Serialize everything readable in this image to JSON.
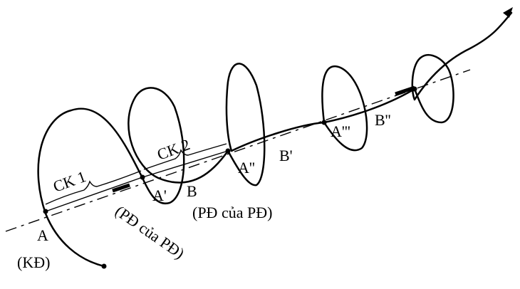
{
  "diagram": {
    "labels": {
      "A": "A",
      "KD": "(KĐ)",
      "A1": "A'",
      "B": "B",
      "PD_of_PD_tilted": "(PĐ của PĐ)",
      "PD_of_PD": "(PĐ của PĐ)",
      "A2": "A''",
      "B1": "B'",
      "A3": "A'''",
      "B2": "B''",
      "CK1": "CK 1",
      "CK2": "CK 2"
    }
  }
}
